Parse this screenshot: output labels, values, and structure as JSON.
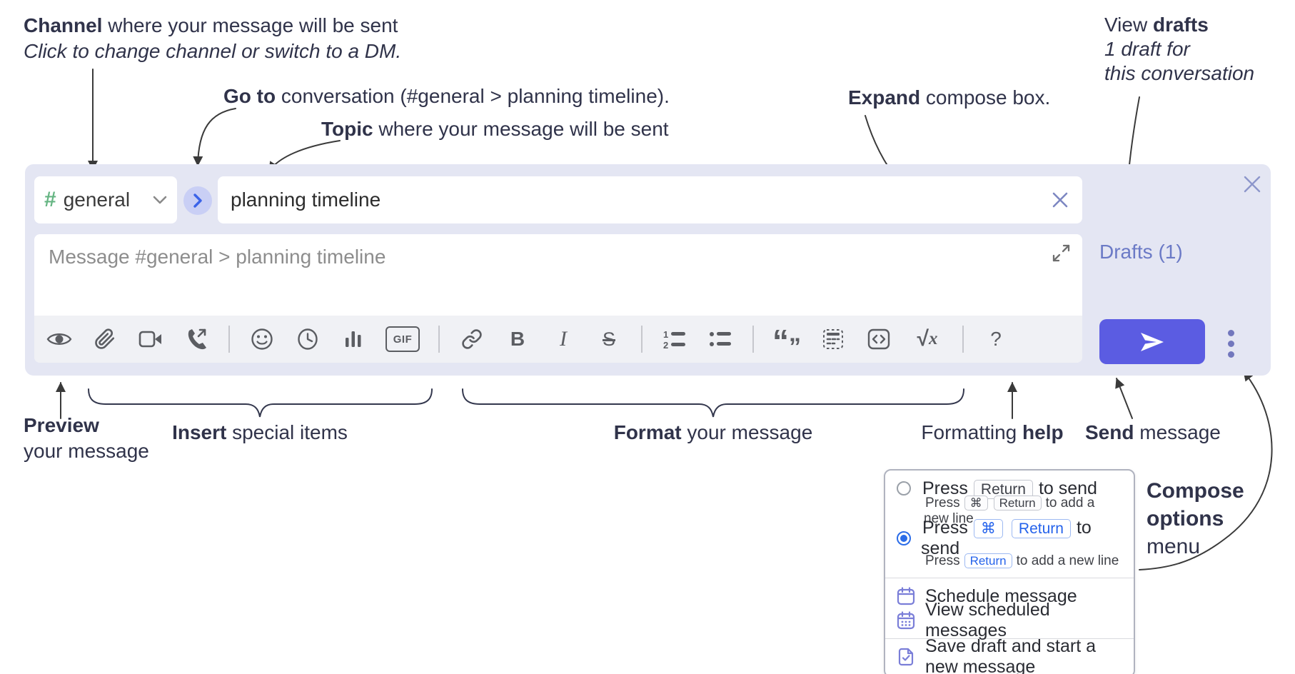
{
  "annotations": {
    "channel": {
      "bold": "Channel",
      "rest": " where your message will be sent",
      "line2": "Click to change channel or switch to a DM."
    },
    "goto": {
      "bold": "Go to",
      "rest": " conversation (#general > planning timeline)."
    },
    "topic": {
      "bold": "Topic",
      "rest": " where your message will be sent"
    },
    "expand": {
      "bold": "Expand",
      "rest": " compose box."
    },
    "drafts": {
      "line1_pre": "View ",
      "line1_bold": "drafts",
      "line2": "1 draft for",
      "line3": "this conversation"
    },
    "preview": {
      "bold": "Preview",
      "line2": "your message"
    },
    "insert": {
      "bold": "Insert",
      "rest": " special items"
    },
    "format": {
      "bold": "Format",
      "rest": " your message"
    },
    "formatting_help": {
      "pre": "Formatting ",
      "bold": "help"
    },
    "send": {
      "bold": "Send",
      "rest": " message"
    },
    "compose_options": {
      "bold1": "Compose",
      "bold2": "options",
      "line3": "menu"
    }
  },
  "compose": {
    "channel": {
      "hash": "#",
      "name": "general"
    },
    "topic_value": "planning timeline",
    "message_placeholder": "Message #general > planning timeline",
    "drafts_link": "Drafts (1)",
    "toolbar_glyphs": {
      "gif": "GIF",
      "bold": "B",
      "italic": "I",
      "strike": "S",
      "quote_open": "“",
      "quote_close": "”",
      "math_root": "√",
      "math_var": "x",
      "help": "?"
    },
    "toolbar_icons": [
      "preview-eye",
      "attach-paperclip",
      "video-call",
      "audio-call",
      "emoji",
      "time",
      "poll",
      "gif",
      "link",
      "bold",
      "italic",
      "strikethrough",
      "numbered-list",
      "bulleted-list",
      "quote",
      "spoiler",
      "code",
      "math",
      "help"
    ]
  },
  "menu": {
    "opt1": {
      "pre": "Press",
      "kbd1": "Return",
      "post": "to send",
      "sub_pre": "Press",
      "sub_kbd1": "⌘",
      "sub_kbd2": "Return",
      "sub_post": "to add a new line"
    },
    "opt2": {
      "pre": "Press",
      "kbd1": "⌘",
      "kbd2": "Return",
      "post": "to send",
      "sub_pre": "Press",
      "sub_kbd1": "Return",
      "sub_post": "to add a new line"
    },
    "item_schedule": "Schedule message",
    "item_view_scheduled": "View scheduled messages",
    "item_save_draft": "Save draft and start a new message"
  },
  "colors": {
    "compose_bg": "#e4e6f3",
    "send_button": "#5b5ce2",
    "drafts_link": "#6b7ac6",
    "selected_blue": "#2b6ce8",
    "menu_icon_violet": "#7a7ed8",
    "go_chevron": "#3b63e8",
    "hash_green": "#66b583",
    "toolbar_icon": "#5b5d62",
    "annotation_text": "#30334a"
  }
}
